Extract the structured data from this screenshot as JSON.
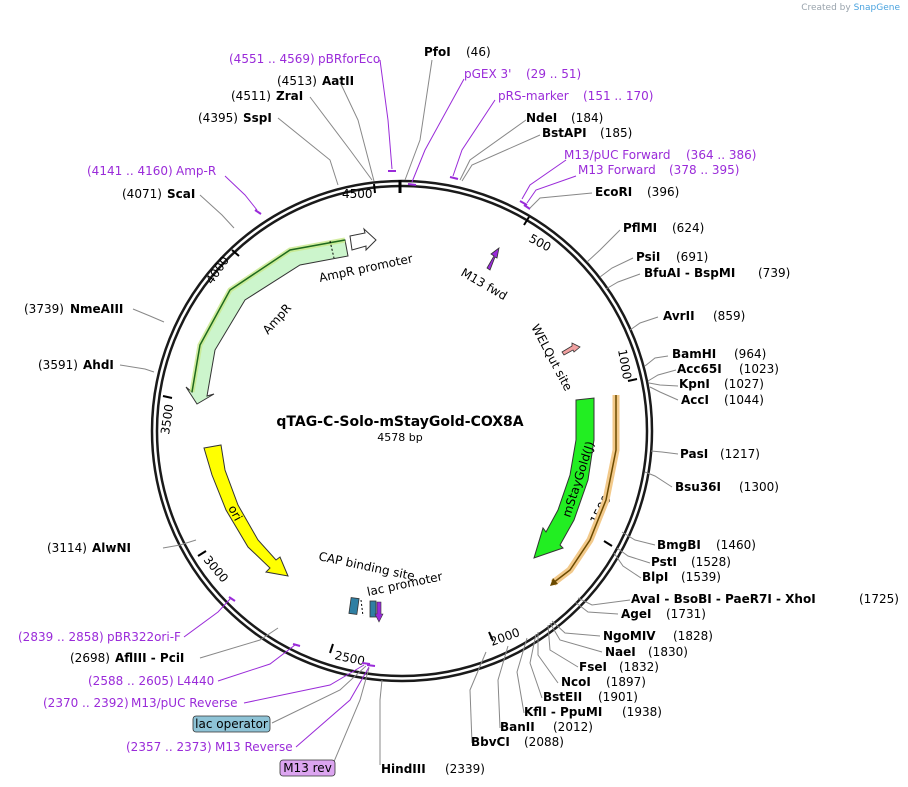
{
  "credit": {
    "prefix": "Created by",
    "brand": "SnapGene"
  },
  "title": "qTAG-C-Solo-mStayGold-COX8A",
  "length_label": "4578 bp",
  "ticks": [
    "500",
    "1000",
    "1500",
    "2000",
    "2500",
    "3000",
    "3500",
    "4000",
    "4500"
  ],
  "enzymes": [
    {
      "name": "PfoI",
      "pos": "(46)"
    },
    {
      "name": "NdeI",
      "pos": "(184)"
    },
    {
      "name": "BstAPI",
      "pos": "(185)"
    },
    {
      "name": "EcoRI",
      "pos": "(396)"
    },
    {
      "name": "PflMI",
      "pos": "(624)"
    },
    {
      "name": "PsiI",
      "pos": "(691)"
    },
    {
      "name": "BfuAI - BspMI",
      "pos": "(739)"
    },
    {
      "name": "AvrII",
      "pos": "(859)"
    },
    {
      "name": "BamHI",
      "pos": "(964)"
    },
    {
      "name": "Acc65I",
      "pos": "(1023)"
    },
    {
      "name": "KpnI",
      "pos": "(1027)"
    },
    {
      "name": "AccI",
      "pos": "(1044)"
    },
    {
      "name": "PasI",
      "pos": "(1217)"
    },
    {
      "name": "Bsu36I",
      "pos": "(1300)"
    },
    {
      "name": "BmgBI",
      "pos": "(1460)"
    },
    {
      "name": "PstI",
      "pos": "(1528)"
    },
    {
      "name": "BlpI",
      "pos": "(1539)"
    },
    {
      "name": "AvaI - BsoBI - PaeR7I - XhoI",
      "pos": "(1725)"
    },
    {
      "name": "AgeI",
      "pos": "(1731)"
    },
    {
      "name": "NgoMIV",
      "pos": "(1828)"
    },
    {
      "name": "NaeI",
      "pos": "(1830)"
    },
    {
      "name": "FseI",
      "pos": "(1832)"
    },
    {
      "name": "NcoI",
      "pos": "(1897)"
    },
    {
      "name": "BstEII",
      "pos": "(1901)"
    },
    {
      "name": "KflI - PpuMI",
      "pos": "(1938)"
    },
    {
      "name": "BanII",
      "pos": "(2012)"
    },
    {
      "name": "BbvCI",
      "pos": "(2088)"
    },
    {
      "name": "HindIII",
      "pos": "(2339)"
    },
    {
      "name": "AflIII - PciI",
      "pos": "(2698)"
    },
    {
      "name": "AlwNI",
      "pos": "(3114)"
    },
    {
      "name": "AhdI",
      "pos": "(3591)"
    },
    {
      "name": "NmeAIII",
      "pos": "(3739)"
    },
    {
      "name": "ScaI",
      "pos": "(4071)"
    },
    {
      "name": "SspI",
      "pos": "(4395)"
    },
    {
      "name": "ZraI",
      "pos": "(4511)"
    },
    {
      "name": "AatII",
      "pos": "(4513)"
    }
  ],
  "primers": [
    {
      "name": "pBRforEco",
      "range": "(4551 .. 4569)"
    },
    {
      "name": "pGEX 3'",
      "range": "(29 .. 51)"
    },
    {
      "name": "pRS-marker",
      "range": "(151 .. 170)"
    },
    {
      "name": "M13/pUC Forward",
      "range": "(364 .. 386)"
    },
    {
      "name": "M13 Forward",
      "range": "(378 .. 395)"
    },
    {
      "name": "Amp-R",
      "range": "(4141 .. 4160)"
    },
    {
      "name": "pBR322ori-F",
      "range": "(2839 .. 2858)"
    },
    {
      "name": "L4440",
      "range": "(2588 .. 2605)"
    },
    {
      "name": "M13/pUC Reverse",
      "range": "(2370 .. 2392)"
    },
    {
      "name": "M13 Reverse",
      "range": "(2357 .. 2373)"
    }
  ],
  "boxed_labels": {
    "lac_operator": "lac operator",
    "m13_rev": "M13 rev"
  },
  "features": {
    "ampr_promoter": "AmpR promoter",
    "ampr": "AmpR",
    "m13_fwd": "M13 fwd",
    "welqut": "WELQut site",
    "mstaygold": "mStayGold(J)",
    "ori": "ori",
    "cap": "CAP binding site",
    "lac_promoter": "lac promoter"
  },
  "colors": {
    "ampr": "#ccf5cc",
    "ampr_highlight": "#c8e88a",
    "mstaygold": "#22ee22",
    "cox8a_orange": "#f2c98a",
    "ori": "#ffff00",
    "primer": "#9a2bd9",
    "lac_operator": "#8ec3d6",
    "m13_rev": "#dca5f0",
    "cap": "#2f7fa3"
  }
}
